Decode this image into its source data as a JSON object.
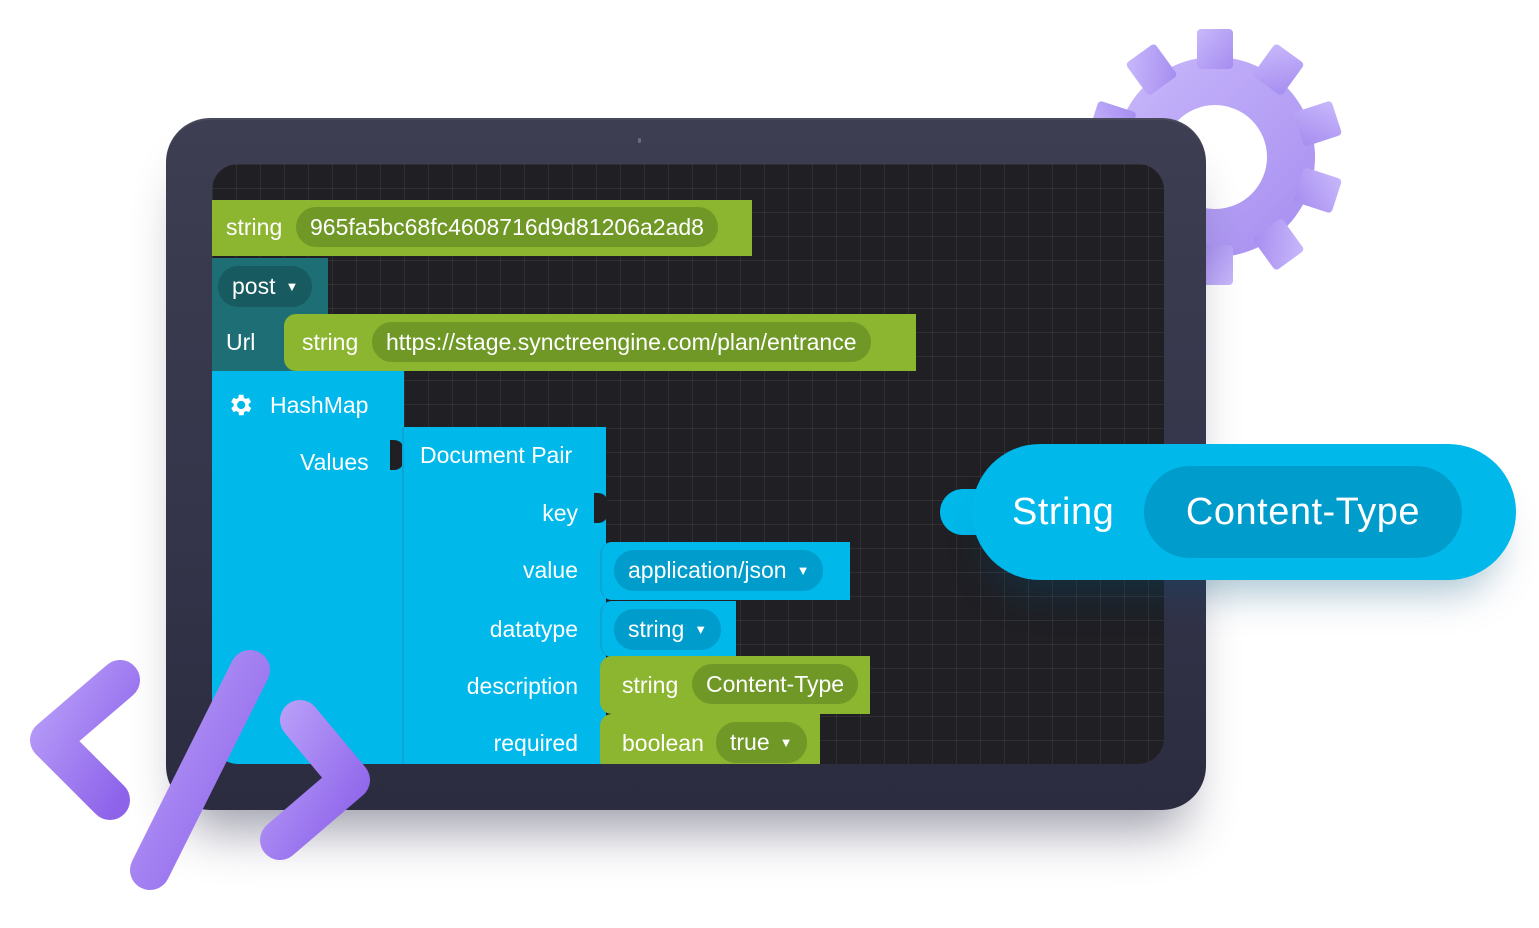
{
  "blocks": {
    "hash_block": {
      "type": "string",
      "value": "965fa5bc68fc4608716d9d81206a2ad8"
    },
    "method": {
      "value": "post"
    },
    "url": {
      "label": "Url",
      "type": "string",
      "value": "https://stage.synctreengine.com/plan/entrance"
    },
    "hashmap": {
      "title": "HashMap",
      "values_label": "Values",
      "pair_title": "Document Pair",
      "fields": {
        "key_label": "key",
        "value_label": "value",
        "value_option": "application/json",
        "datatype_label": "datatype",
        "datatype_option": "string",
        "description_label": "description",
        "description_type": "string",
        "description_value": "Content-Type",
        "required_label": "required",
        "required_type": "boolean",
        "required_option": "true"
      }
    }
  },
  "floating_block": {
    "type": "String",
    "value": "Content-Type"
  },
  "colors": {
    "green": "#8cb530",
    "teal": "#1e6f75",
    "cyan": "#00b8ea",
    "purple": "#a98cf2",
    "frame": "#36364a"
  },
  "icons": {
    "gear": "gear-icon",
    "hashmap": "settings-icon",
    "code": "code-icon",
    "dropdown": "caret-down-icon"
  }
}
